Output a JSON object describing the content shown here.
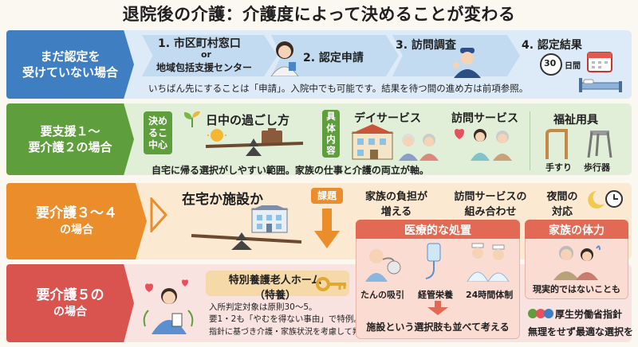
{
  "title": "退院後の介護：介護度によって決めることが変わる",
  "row1": {
    "label_line1": "まだ認定を",
    "label_line2": "受けていない場合",
    "step1_line1": "1. 市区町村窓口",
    "step1_or": "or",
    "step1_line2": "地域包括支援センター",
    "step2": "2. 認定申請",
    "step3": "3. 訪問調査",
    "step4": "4. 認定結果",
    "days_number": "30",
    "days_unit": "日間",
    "note": "いちばん先にすることは「申請」。入院中でも可能です。結果を待つ間の進め方は前項参照。"
  },
  "row2": {
    "label_line1": "要支援１〜",
    "label_line2": "要介護２の場合",
    "decide_tag": [
      "決め",
      "るこ",
      "中心"
    ],
    "daytime_title": "日中の過ごし方",
    "content_tag": [
      "具",
      "体",
      "内",
      "容"
    ],
    "dayservice": "デイサービス",
    "homevisit": "訪問サービス",
    "welfare": "福祉用具",
    "handrail": "手すり",
    "walker": "歩行器",
    "note": "自宅に帰る選択がしやすい範囲。家族の仕事と介護の両立が軸。"
  },
  "row3": {
    "label_line1": "要介護３〜４",
    "label_line2": "の場合",
    "home_or_facility": "在宅か施設か",
    "issue_tag": "課題",
    "issue1_line1": "家族の負担が",
    "issue1_line2": "増える",
    "issue2_line1": "訪問サービスの",
    "issue2_line2": "組み合わせ",
    "issue3_line1": "夜間の",
    "issue3_line2": "対応"
  },
  "row4": {
    "label_line1": "要介護５の",
    "label_line2": "の場合",
    "nursing_home_line1": "特別養護老人ホーム",
    "nursing_home_line2": "（特養）",
    "rule1": "入所判定対象は原則30〜5。",
    "rule2": "要1・2も「やむを得ない事由」で特例。",
    "rule3": "指針に基づき介護・家族状況を考慮して判定。"
  },
  "medical": {
    "title": "医療的な処置",
    "item1": "たんの吸引",
    "item2": "経管栄養",
    "item3": "24時間体制",
    "footer": "施設という選択肢も並べて考える"
  },
  "family": {
    "title": "家族の体力",
    "note": "現実的ではないことも"
  },
  "footer": {
    "ministry": "厚生労働省指針",
    "slogan": "無理をせず最適な選択を"
  },
  "colors": {
    "blue": "#3f7fc1",
    "green": "#5f9e3c",
    "orange": "#ea8d2a",
    "red": "#d9534f"
  }
}
